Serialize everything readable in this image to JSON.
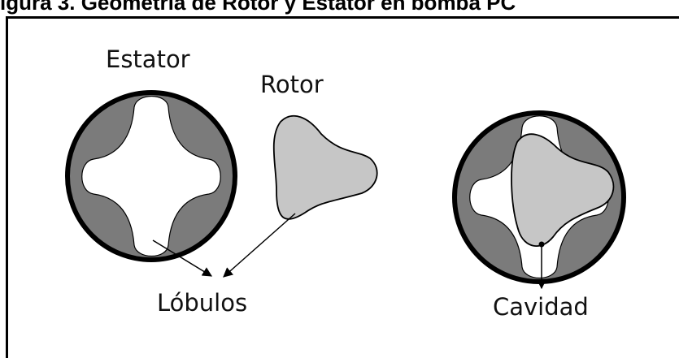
{
  "caption": "igura 3. Geometría de Rotor y Estator en bomba PC",
  "labels": {
    "estator": "Estator",
    "rotor": "Rotor",
    "lobulos": "Lóbulos",
    "cavidad": "Cavidad"
  },
  "colors": {
    "outline": "#000000",
    "stator_fill": "#7b7b7b",
    "rotor_fill": "#c6c6c6",
    "background": "#ffffff"
  }
}
